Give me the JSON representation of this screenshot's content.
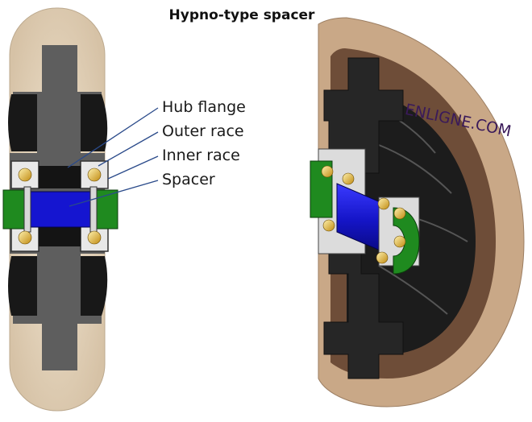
{
  "title": "Hypno-type spacer",
  "labels": {
    "hub_flange": "Hub flange",
    "outer_race": "Outer race",
    "inner_race": "Inner race",
    "spacer": "Spacer"
  },
  "watermark": "ENLIGNE.COM",
  "colors": {
    "tyre": "#e6d6bf",
    "hub": "#5c5c5c",
    "spacer": "#1a1adc",
    "inner_race": "#1f8a1f",
    "ball": "#f0c84a",
    "dark": "#1a1a1a",
    "leader": "#2a4a8a"
  }
}
